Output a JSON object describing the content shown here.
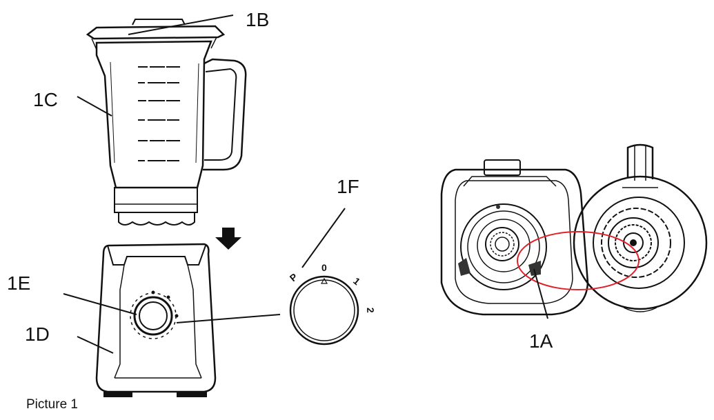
{
  "callouts": {
    "c1A": "1A",
    "c1B": "1B",
    "c1C": "1C",
    "c1D": "1D",
    "c1E": "1E",
    "c1F": "1F"
  },
  "dial": {
    "positions": [
      "P",
      "0",
      "1",
      "2"
    ]
  },
  "caption": "Picture 1",
  "accent": {
    "highlight_color": "#e0202a",
    "line_color": "#111111"
  }
}
